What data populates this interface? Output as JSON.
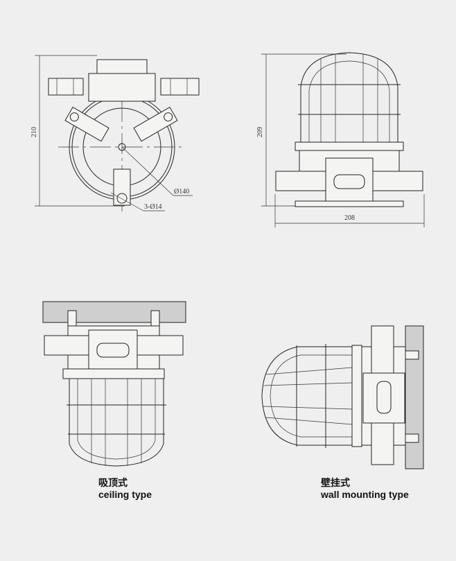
{
  "top_view": {
    "height_dim": "210",
    "diameter_label": "Ø140",
    "holes_label": "3-Ø14"
  },
  "side_view": {
    "height_dim": "209",
    "width_dim": "208"
  },
  "captions": {
    "ceiling_cn": "吸顶式",
    "ceiling_en": "ceiling type",
    "wall_cn": "壁挂式",
    "wall_en": "wall mounting type"
  }
}
